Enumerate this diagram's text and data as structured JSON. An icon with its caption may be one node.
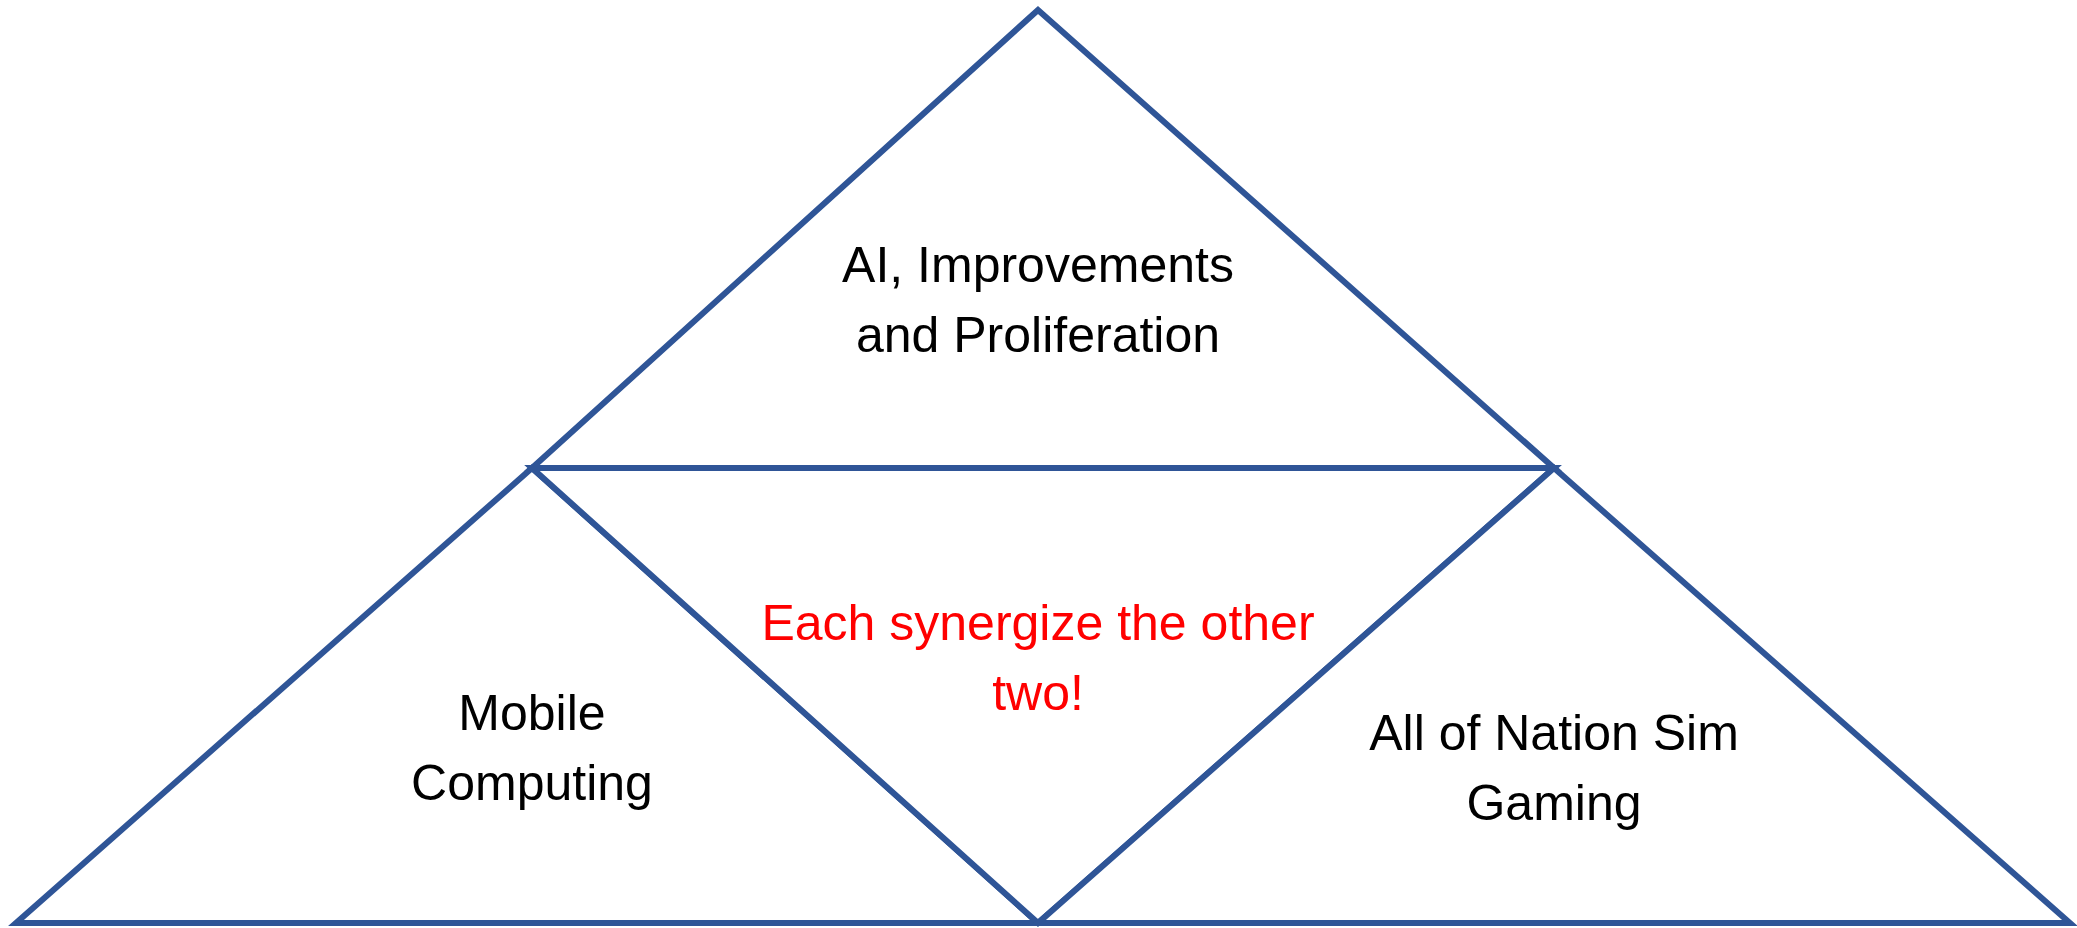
{
  "diagram": {
    "nodes": [
      {
        "text": [
          "AI, Improvements and Proliferation"
        ]
      },
      {
        "text": [
          "Mobile Computing"
        ]
      },
      {
        "text": [
          "Each synergize the other two!"
        ]
      },
      {
        "text": [
          "All of Nation Sim Gaming"
        ]
      }
    ]
  }
}
